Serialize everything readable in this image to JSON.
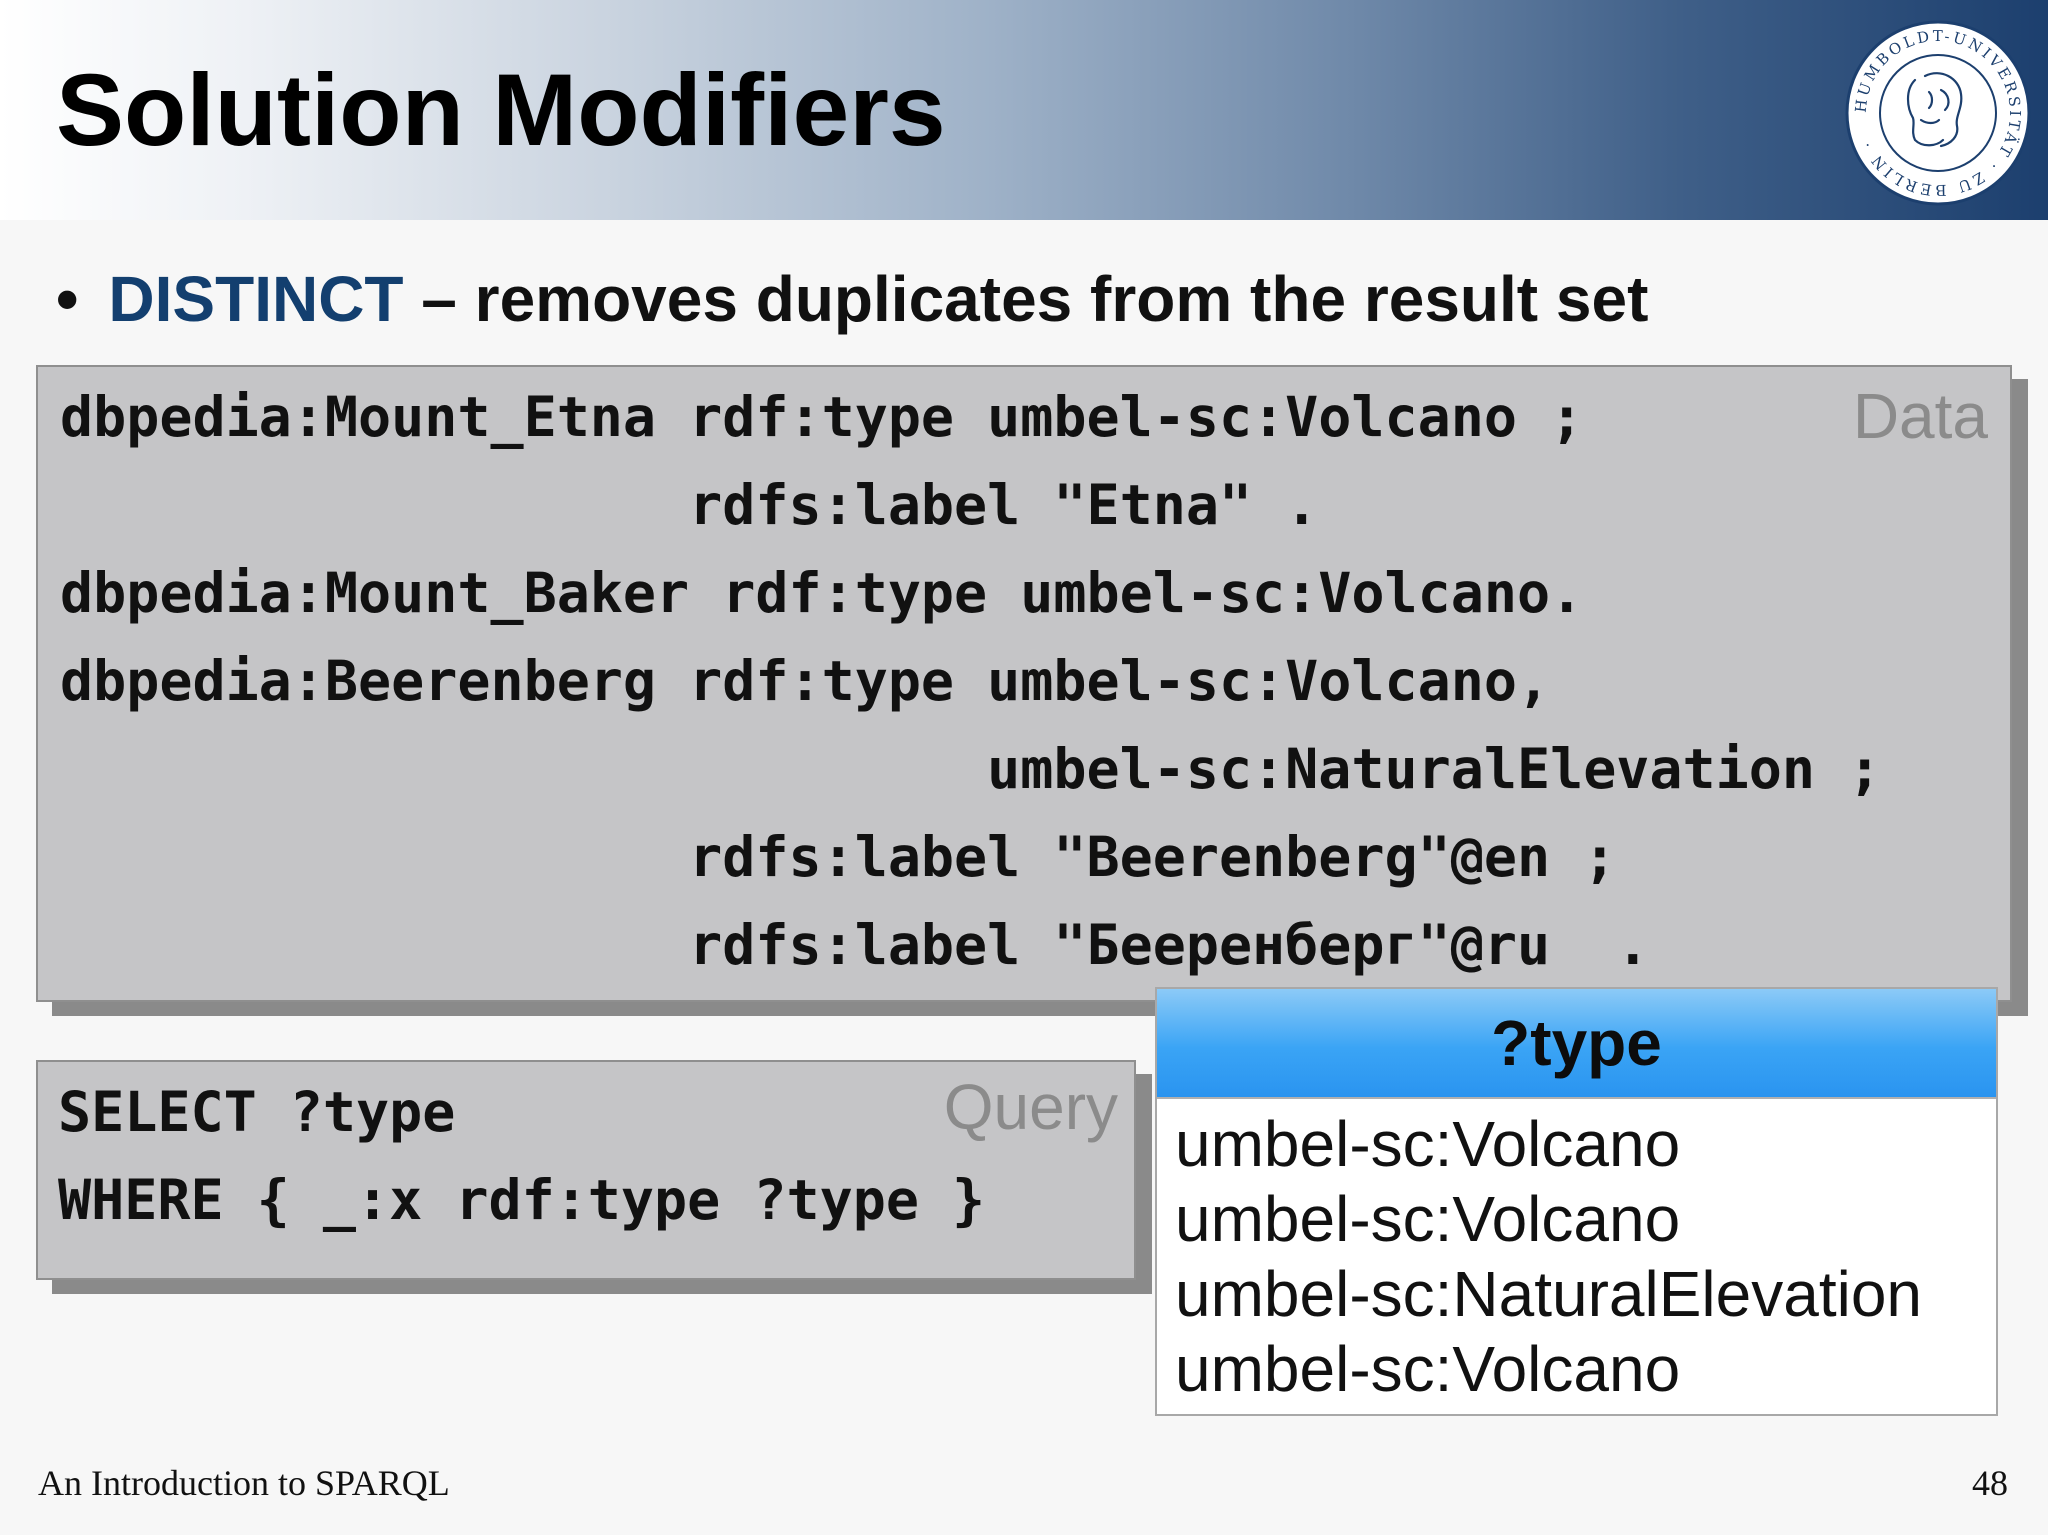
{
  "slide": {
    "title": "Solution Modifiers",
    "bullet": {
      "keyword": "DISTINCT",
      "text": " – removes duplicates from the result set"
    }
  },
  "logo": {
    "icon": "university-seal-icon",
    "ring_text": "HUMBOLDT-UNIVERSITÄT · ZU BERLIN"
  },
  "data_panel": {
    "tag": "Data",
    "lines": [
      "dbpedia:Mount_Etna rdf:type umbel-sc:Volcano ;",
      "                   rdfs:label \"Etna\" .",
      "dbpedia:Mount_Baker rdf:type umbel-sc:Volcano.",
      "dbpedia:Beerenberg rdf:type umbel-sc:Volcano,",
      "                            umbel-sc:NaturalElevation ;",
      "                   rdfs:label \"Beerenberg\"@en ;",
      "                   rdfs:label \"Беерeнберг\"@ru  ."
    ]
  },
  "query_panel": {
    "tag": "Query",
    "lines": [
      "SELECT ?type",
      "WHERE { _:x rdf:type ?type }"
    ]
  },
  "result_table": {
    "header": "?type",
    "rows": [
      "umbel-sc:Volcano",
      "umbel-sc:Volcano",
      "umbel-sc:NaturalElevation",
      "umbel-sc:Volcano"
    ],
    "header_color": "#3aa4f5"
  },
  "footer": {
    "left": "An Introduction to SPARQL",
    "page": "48"
  },
  "colors": {
    "keyword": "#133f6f",
    "panel": "#c5c5c7",
    "header_dark": "#1c3f6e"
  }
}
